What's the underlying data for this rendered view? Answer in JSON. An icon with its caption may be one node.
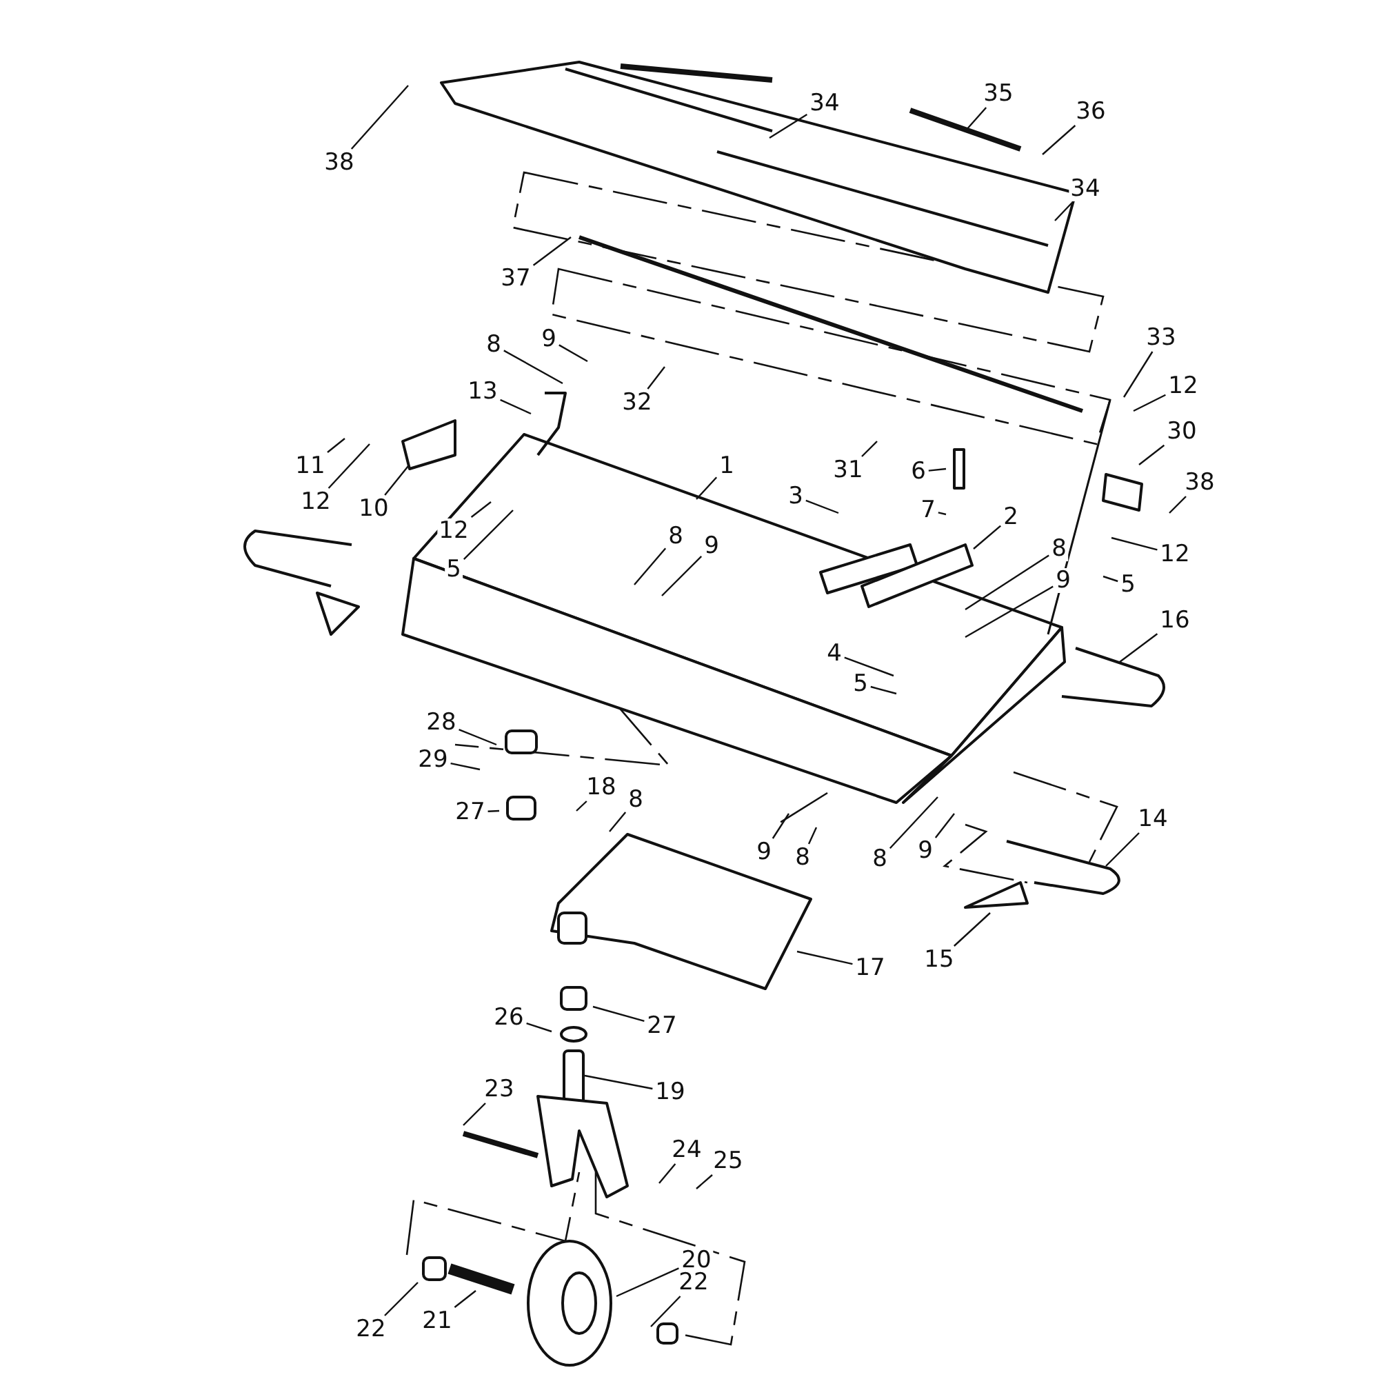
{
  "diagram": {
    "nodes": [
      {
        "text": [
          "38"
        ]
      },
      {
        "text": [
          "34"
        ]
      },
      {
        "text": [
          "35"
        ]
      },
      {
        "text": [
          "36"
        ]
      },
      {
        "text": [
          "34"
        ]
      },
      {
        "text": [
          "37"
        ]
      },
      {
        "text": [
          "8"
        ]
      },
      {
        "text": [
          "9"
        ]
      },
      {
        "text": [
          "32"
        ]
      },
      {
        "text": [
          "13"
        ]
      },
      {
        "text": [
          "33"
        ]
      },
      {
        "text": [
          "12"
        ]
      },
      {
        "text": [
          "30"
        ]
      },
      {
        "text": [
          "38"
        ]
      },
      {
        "text": [
          "12"
        ]
      },
      {
        "text": [
          "5"
        ]
      },
      {
        "text": [
          "11"
        ]
      },
      {
        "text": [
          "12"
        ]
      },
      {
        "text": [
          "10"
        ]
      },
      {
        "text": [
          "12"
        ]
      },
      {
        "text": [
          "5"
        ]
      },
      {
        "text": [
          "1"
        ]
      },
      {
        "text": [
          "31"
        ]
      },
      {
        "text": [
          "6"
        ]
      },
      {
        "text": [
          "3"
        ]
      },
      {
        "text": [
          "7"
        ]
      },
      {
        "text": [
          "2"
        ]
      },
      {
        "text": [
          "8"
        ]
      },
      {
        "text": [
          "9"
        ]
      },
      {
        "text": [
          "8"
        ]
      },
      {
        "text": [
          "9"
        ]
      },
      {
        "text": [
          "4"
        ]
      },
      {
        "text": [
          "5"
        ]
      },
      {
        "text": [
          "16"
        ]
      },
      {
        "text": [
          "28"
        ]
      },
      {
        "text": [
          "29"
        ]
      },
      {
        "text": [
          "27"
        ]
      },
      {
        "text": [
          "18"
        ]
      },
      {
        "text": [
          "8"
        ]
      },
      {
        "text": [
          "9"
        ]
      },
      {
        "text": [
          "8"
        ]
      },
      {
        "text": [
          "8"
        ]
      },
      {
        "text": [
          "9"
        ]
      },
      {
        "text": [
          "14"
        ]
      },
      {
        "text": [
          "15"
        ]
      },
      {
        "text": [
          "17"
        ]
      },
      {
        "text": [
          "26"
        ]
      },
      {
        "text": [
          "27"
        ]
      },
      {
        "text": [
          "19"
        ]
      },
      {
        "text": [
          "23"
        ]
      },
      {
        "text": [
          "24"
        ]
      },
      {
        "text": [
          "25"
        ]
      },
      {
        "text": [
          "20"
        ]
      },
      {
        "text": [
          "22"
        ]
      },
      {
        "text": [
          "22"
        ]
      },
      {
        "text": [
          "21"
        ]
      }
    ],
    "edges": [
      {
        "from": 0,
        "to": null,
        "arrow": "none"
      },
      {
        "from": 1,
        "to": null,
        "arrow": "none"
      },
      {
        "from": 2,
        "to": null,
        "arrow": "none"
      },
      {
        "from": 3,
        "to": null,
        "arrow": "none"
      },
      {
        "from": 4,
        "to": null,
        "arrow": "none"
      },
      {
        "from": 5,
        "to": null,
        "arrow": "none"
      },
      {
        "from": 6,
        "to": null,
        "arrow": "none"
      },
      {
        "from": 7,
        "to": null,
        "arrow": "none"
      },
      {
        "from": 8,
        "to": null,
        "arrow": "none"
      },
      {
        "from": 9,
        "to": null,
        "arrow": "none"
      },
      {
        "from": 10,
        "to": null,
        "arrow": "none"
      },
      {
        "from": 11,
        "to": null,
        "arrow": "none"
      },
      {
        "from": 12,
        "to": null,
        "arrow": "none"
      },
      {
        "from": 13,
        "to": null,
        "arrow": "none"
      },
      {
        "from": 14,
        "to": null,
        "arrow": "none"
      },
      {
        "from": 15,
        "to": null,
        "arrow": "none"
      },
      {
        "from": 16,
        "to": null,
        "arrow": "none"
      },
      {
        "from": 17,
        "to": null,
        "arrow": "none"
      },
      {
        "from": 18,
        "to": null,
        "arrow": "none"
      },
      {
        "from": 19,
        "to": null,
        "arrow": "none"
      },
      {
        "from": 20,
        "to": null,
        "arrow": "none"
      },
      {
        "from": 21,
        "to": null,
        "arrow": "none"
      },
      {
        "from": 22,
        "to": null,
        "arrow": "none"
      },
      {
        "from": 23,
        "to": null,
        "arrow": "none"
      },
      {
        "from": 24,
        "to": null,
        "arrow": "none"
      },
      {
        "from": 25,
        "to": null,
        "arrow": "none"
      },
      {
        "from": 26,
        "to": null,
        "arrow": "none"
      },
      {
        "from": 27,
        "to": null,
        "arrow": "none"
      },
      {
        "from": 28,
        "to": null,
        "arrow": "none"
      },
      {
        "from": 29,
        "to": null,
        "arrow": "none"
      },
      {
        "from": 30,
        "to": null,
        "arrow": "none"
      },
      {
        "from": 31,
        "to": null,
        "arrow": "none"
      },
      {
        "from": 32,
        "to": null,
        "arrow": "none"
      },
      {
        "from": 33,
        "to": null,
        "arrow": "none"
      },
      {
        "from": 34,
        "to": null,
        "arrow": "none"
      },
      {
        "from": 35,
        "to": null,
        "arrow": "none"
      },
      {
        "from": 36,
        "to": null,
        "arrow": "none"
      },
      {
        "from": 37,
        "to": null,
        "arrow": "none"
      },
      {
        "from": 38,
        "to": null,
        "arrow": "none"
      },
      {
        "from": 39,
        "to": null,
        "arrow": "none"
      },
      {
        "from": 40,
        "to": null,
        "arrow": "none"
      },
      {
        "from": 41,
        "to": null,
        "arrow": "none"
      },
      {
        "from": 42,
        "to": null,
        "arrow": "none"
      },
      {
        "from": 43,
        "to": null,
        "arrow": "none"
      },
      {
        "from": 44,
        "to": null,
        "arrow": "none"
      },
      {
        "from": 45,
        "to": null,
        "arrow": "none"
      },
      {
        "from": 46,
        "to": null,
        "arrow": "none"
      },
      {
        "from": 47,
        "to": null,
        "arrow": "none"
      },
      {
        "from": 48,
        "to": null,
        "arrow": "none"
      },
      {
        "from": 49,
        "to": null,
        "arrow": "none"
      },
      {
        "from": 50,
        "to": null,
        "arrow": "none"
      },
      {
        "from": 51,
        "to": null,
        "arrow": "none"
      },
      {
        "from": 52,
        "to": null,
        "arrow": "none"
      },
      {
        "from": 53,
        "to": null,
        "arrow": "none"
      },
      {
        "from": 54,
        "to": null,
        "arrow": "none"
      },
      {
        "from": 55,
        "to": null,
        "arrow": "none"
      }
    ]
  }
}
